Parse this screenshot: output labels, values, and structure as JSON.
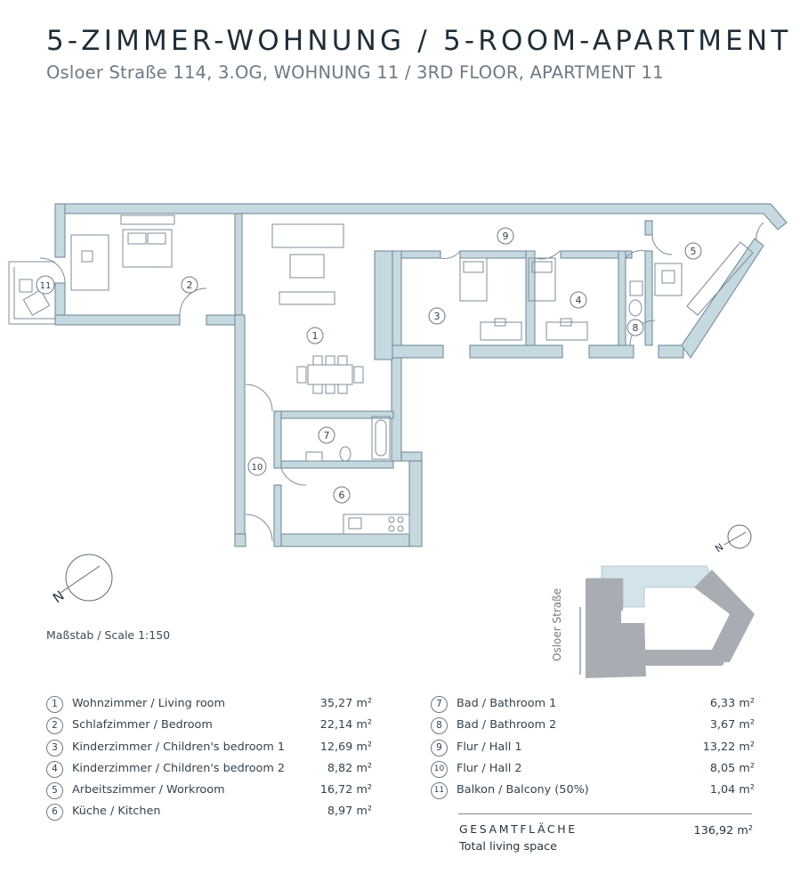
{
  "header": {
    "title": "5-ZIMMER-WOHNUNG / 5-ROOM-APARTMENT",
    "subtitle": "Osloer Straße 114, 3.OG, WOHNUNG 11 / 3RD FLOOR, APARTMENT 11"
  },
  "plan": {
    "scale_label": "Maßstab / Scale 1:150",
    "street_label": "Osloer Straße",
    "north_label": "N",
    "room_markers": [
      "1",
      "2",
      "3",
      "4",
      "5",
      "6",
      "7",
      "8",
      "9",
      "10",
      "11"
    ]
  },
  "legend_left": [
    {
      "num": "1",
      "label": "Wohnzimmer / Living room",
      "area": "35,27 m²"
    },
    {
      "num": "2",
      "label": "Schlafzimmer / Bedroom",
      "area": "22,14 m²"
    },
    {
      "num": "3",
      "label": "Kinderzimmer / Children's bedroom 1",
      "area": "12,69 m²"
    },
    {
      "num": "4",
      "label": "Kinderzimmer / Children's bedroom 2",
      "area": "8,82 m²"
    },
    {
      "num": "5",
      "label": "Arbeitszimmer / Workroom",
      "area": "16,72 m²"
    },
    {
      "num": "6",
      "label": "Küche / Kitchen",
      "area": "8,97 m²"
    }
  ],
  "legend_right": [
    {
      "num": "7",
      "label": "Bad / Bathroom 1",
      "area": "6,33 m²"
    },
    {
      "num": "8",
      "label": "Bad / Bathroom 2",
      "area": "3,67 m²"
    },
    {
      "num": "9",
      "label": "Flur / Hall 1",
      "area": "13,22 m²"
    },
    {
      "num": "10",
      "label": "Flur / Hall 2",
      "area": "8,05 m²"
    },
    {
      "num": "11",
      "label": "Balkon / Balcony (50%)",
      "area": "1,04 m²"
    }
  ],
  "total": {
    "label": "GESAMTFLÄCHE",
    "sublabel": "Total living space",
    "value": "136,92 m²"
  },
  "colors": {
    "wall": "#c6d8e0",
    "site_highlight": "#d3e3ea",
    "site_building": "#a7adb2",
    "text_dark": "#1f2d38"
  }
}
